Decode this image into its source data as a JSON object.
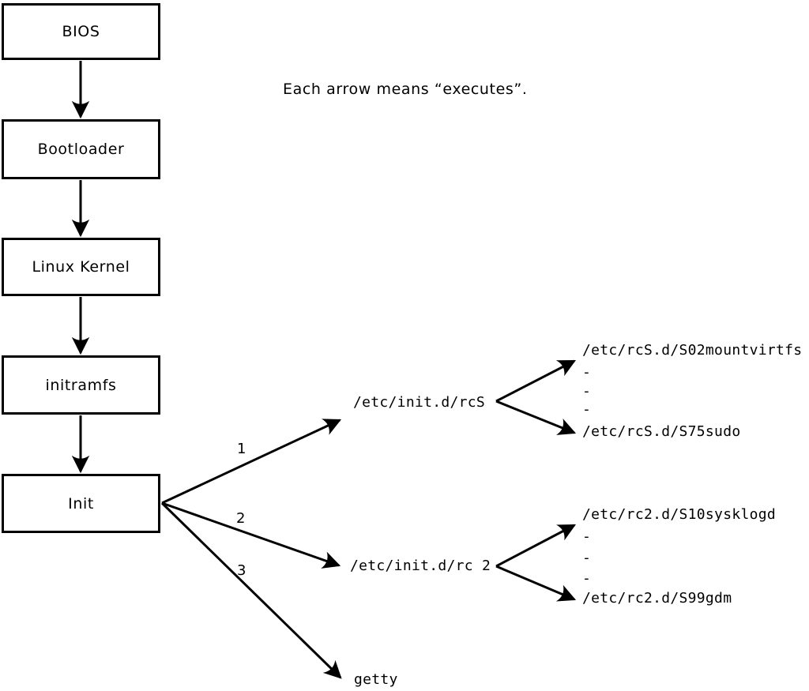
{
  "note": "Each arrow means “executes”.",
  "colors": {
    "line": "#000000",
    "background": "#ffffff",
    "text": "#000000"
  },
  "flow": {
    "boxes": [
      {
        "label": "BIOS"
      },
      {
        "label": "Bootloader"
      },
      {
        "label": "Linux Kernel"
      },
      {
        "label": "initramfs"
      },
      {
        "label": "Init"
      }
    ]
  },
  "branches": {
    "labels": [
      "1",
      "2",
      "3"
    ],
    "rcS": {
      "script": "/etc/init.d/rcS",
      "children": [
        "/etc/rcS.d/S02mountvirtfs",
        "-",
        "-",
        "-",
        "/etc/rcS.d/S75sudo"
      ]
    },
    "rc2": {
      "script": "/etc/init.d/rc 2",
      "children": [
        "/etc/rc2.d/S10sysklogd",
        "-",
        "-",
        "-",
        "/etc/rc2.d/S99gdm"
      ]
    },
    "getty": "getty"
  }
}
